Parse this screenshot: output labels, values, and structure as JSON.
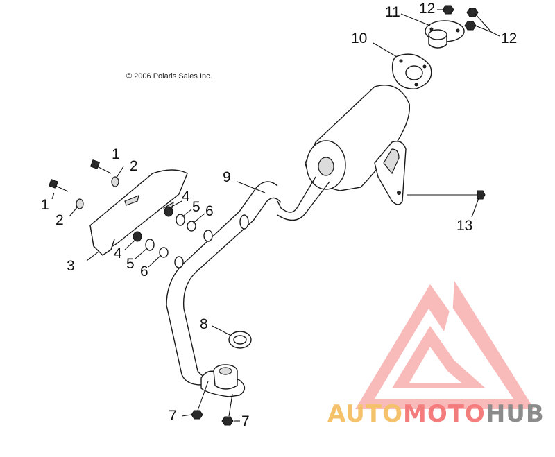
{
  "copyright": "© 2006 Polaris Sales Inc.",
  "callouts": {
    "c1a": "1",
    "c1b": "1",
    "c2a": "2",
    "c2b": "2",
    "c3": "3",
    "c4a": "4",
    "c4b": "4",
    "c5a": "5",
    "c5b": "5",
    "c6a": "6",
    "c6b": "6",
    "c7a": "7",
    "c7b": "7",
    "c8": "8",
    "c9": "9",
    "c10": "10",
    "c11": "11",
    "c12a": "12",
    "c12b": "12",
    "c13": "13"
  },
  "watermark": {
    "part1": "AUTO",
    "part2": "MOTO",
    "part3": "HUB",
    "color_auto": "#f5c26b",
    "color_moto": "#f47c7c",
    "color_hub": "#8c8c8c"
  }
}
